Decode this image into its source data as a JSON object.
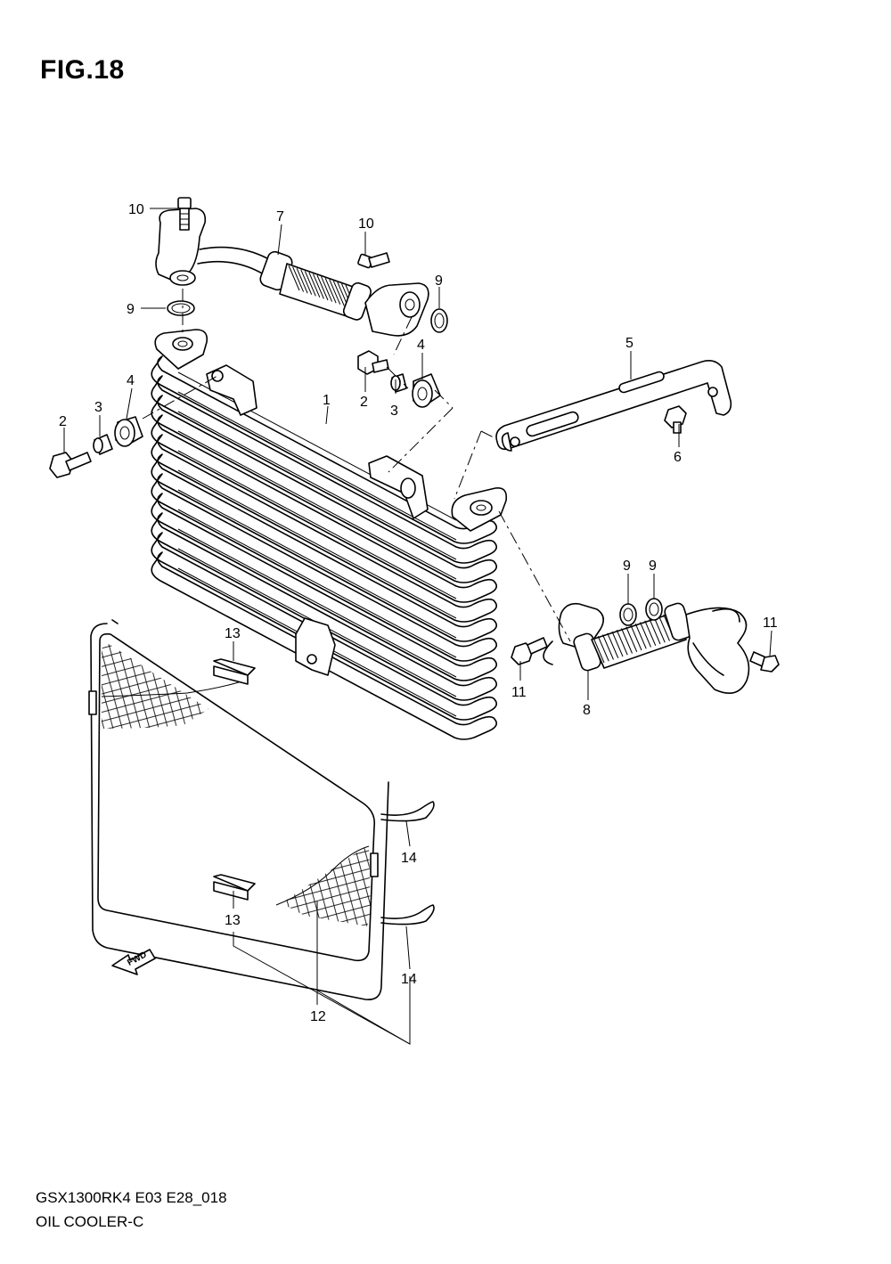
{
  "figure": {
    "title": "FIG.18",
    "model_code": "GSX1300RK4 E03 E28_018",
    "part_name": "OIL COOLER-C"
  },
  "callouts": [
    {
      "id": "c10a",
      "label": "10"
    },
    {
      "id": "c7",
      "label": "7"
    },
    {
      "id": "c10b",
      "label": "10"
    },
    {
      "id": "c9a",
      "label": "9"
    },
    {
      "id": "c9b",
      "label": "9"
    },
    {
      "id": "c4a",
      "label": "4"
    },
    {
      "id": "c4b",
      "label": "4"
    },
    {
      "id": "c3a",
      "label": "3"
    },
    {
      "id": "c3b",
      "label": "3"
    },
    {
      "id": "c2a",
      "label": "2"
    },
    {
      "id": "c2b",
      "label": "2"
    },
    {
      "id": "c1",
      "label": "1"
    },
    {
      "id": "c5",
      "label": "5"
    },
    {
      "id": "c6",
      "label": "6"
    },
    {
      "id": "c9c",
      "label": "9"
    },
    {
      "id": "c9d",
      "label": "9"
    },
    {
      "id": "c11a",
      "label": "11"
    },
    {
      "id": "c11b",
      "label": "11"
    },
    {
      "id": "c8",
      "label": "8"
    },
    {
      "id": "c13a",
      "label": "13"
    },
    {
      "id": "c13b",
      "label": "13"
    },
    {
      "id": "c14a",
      "label": "14"
    },
    {
      "id": "c14b",
      "label": "14"
    },
    {
      "id": "c12",
      "label": "12"
    }
  ],
  "fwd_marker": {
    "label": "FWD",
    "icon": "fwd-arrow-icon"
  }
}
